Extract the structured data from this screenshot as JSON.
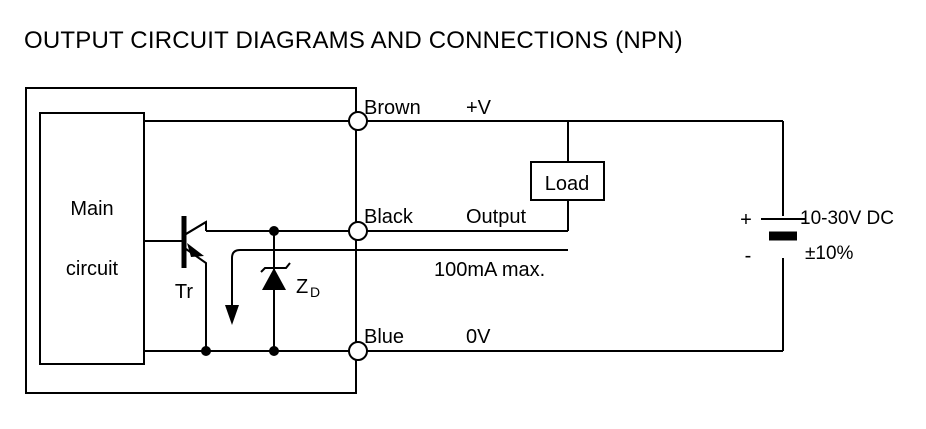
{
  "page": {
    "title": "OUTPUT CIRCUIT DIAGRAMS AND CONNECTIONS (NPN)",
    "background_color": "#ffffff",
    "line_color": "#000000"
  },
  "diagram": {
    "type": "npn-output-circuit-schematic",
    "enclosure_label": "sensor-enclosure",
    "blocks": {
      "main_circuit": {
        "line1": "Main",
        "line2": "circuit"
      },
      "load": {
        "label": "Load"
      }
    },
    "components": {
      "transistor": {
        "label": "Tr",
        "kind": "npn-transistor"
      },
      "zener": {
        "label_main": "Z",
        "label_sub": "D",
        "kind": "zener-diode"
      },
      "battery": {
        "plus": "+",
        "minus": "-",
        "voltage": "10-30V DC",
        "tolerance": "±10%"
      }
    },
    "wires": [
      {
        "name": "brown-plus-v",
        "color_label": "Brown",
        "signal_label": "+V"
      },
      {
        "name": "black-output",
        "color_label": "Black",
        "signal_label": "Output"
      },
      {
        "name": "blue-zero-v",
        "color_label": "Blue",
        "signal_label": "0V"
      }
    ],
    "annotations": {
      "current_rating": "100mA max."
    }
  }
}
